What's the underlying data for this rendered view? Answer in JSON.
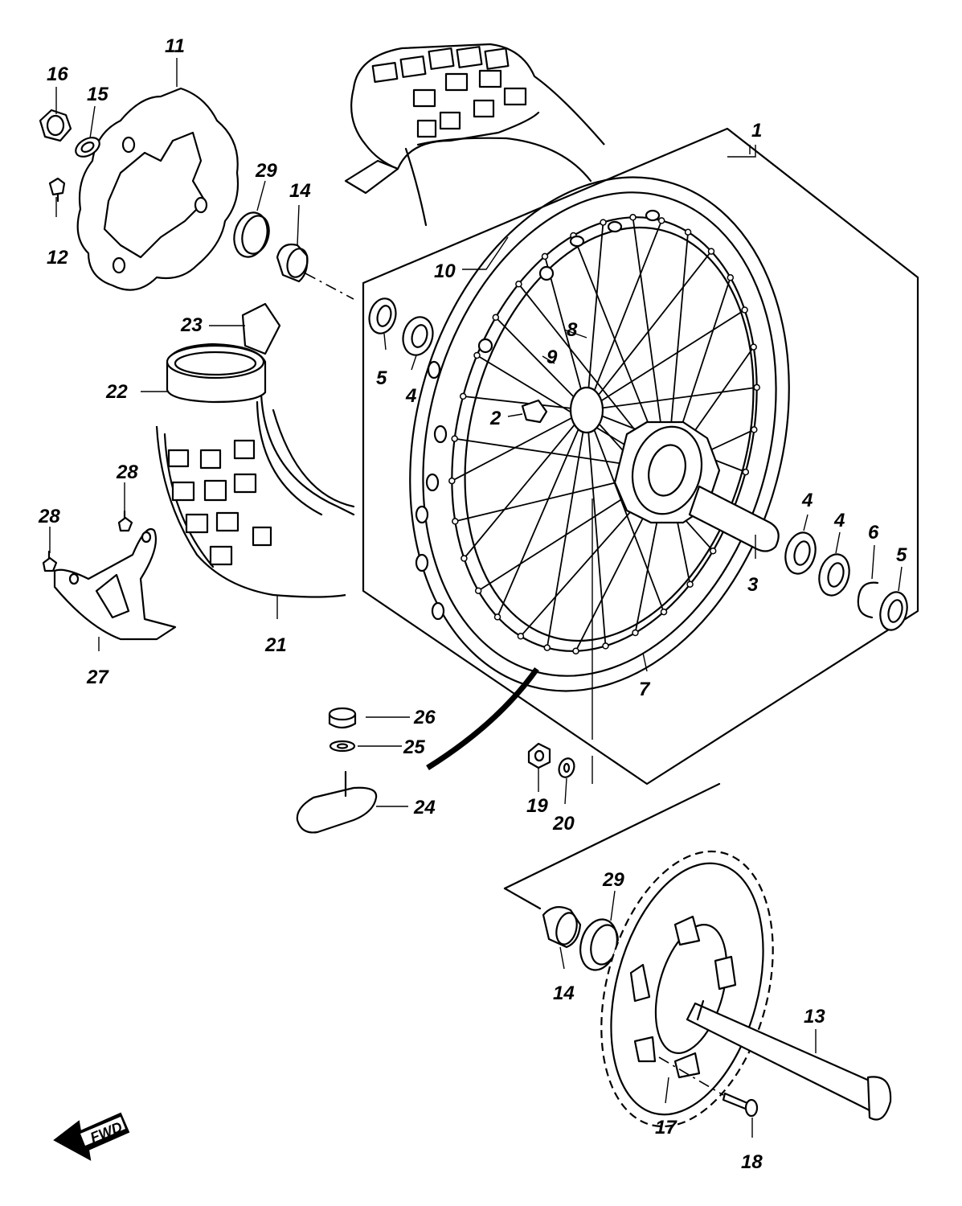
{
  "diagram": {
    "fwd_label": "FWD",
    "callouts": [
      {
        "id": "c1",
        "label": "1"
      },
      {
        "id": "c2",
        "label": "2"
      },
      {
        "id": "c3",
        "label": "3"
      },
      {
        "id": "c4a",
        "label": "4"
      },
      {
        "id": "c4b",
        "label": "4"
      },
      {
        "id": "c4c",
        "label": "4"
      },
      {
        "id": "c5a",
        "label": "5"
      },
      {
        "id": "c5b",
        "label": "5"
      },
      {
        "id": "c6",
        "label": "6"
      },
      {
        "id": "c7",
        "label": "7"
      },
      {
        "id": "c8",
        "label": "8"
      },
      {
        "id": "c9",
        "label": "9"
      },
      {
        "id": "c10",
        "label": "10"
      },
      {
        "id": "c11",
        "label": "11"
      },
      {
        "id": "c12",
        "label": "12"
      },
      {
        "id": "c13",
        "label": "13"
      },
      {
        "id": "c14a",
        "label": "14"
      },
      {
        "id": "c14b",
        "label": "14"
      },
      {
        "id": "c15",
        "label": "15"
      },
      {
        "id": "c16",
        "label": "16"
      },
      {
        "id": "c17",
        "label": "17"
      },
      {
        "id": "c18",
        "label": "18"
      },
      {
        "id": "c19",
        "label": "19"
      },
      {
        "id": "c20",
        "label": "20"
      },
      {
        "id": "c21",
        "label": "21"
      },
      {
        "id": "c22",
        "label": "22"
      },
      {
        "id": "c23",
        "label": "23"
      },
      {
        "id": "c24",
        "label": "24"
      },
      {
        "id": "c25",
        "label": "25"
      },
      {
        "id": "c26",
        "label": "26"
      },
      {
        "id": "c27",
        "label": "27"
      },
      {
        "id": "c28a",
        "label": "28"
      },
      {
        "id": "c28b",
        "label": "28"
      },
      {
        "id": "c29a",
        "label": "29"
      },
      {
        "id": "c29b",
        "label": "29"
      }
    ]
  }
}
